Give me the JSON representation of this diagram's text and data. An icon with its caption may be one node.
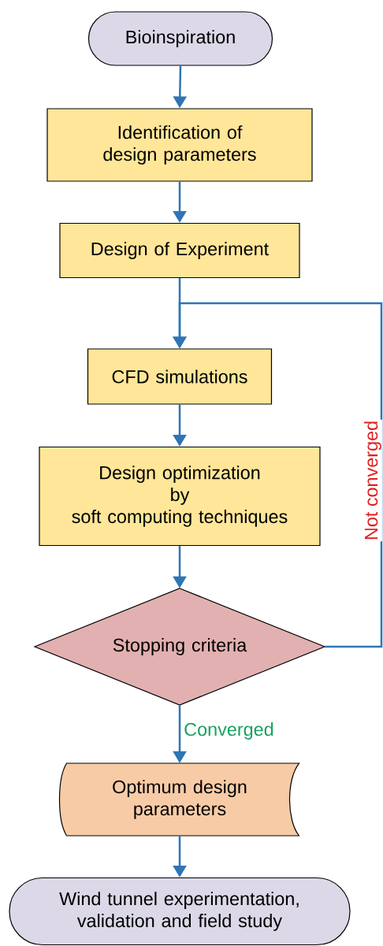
{
  "diagram": {
    "nodes": [
      {
        "text": [
          "Bioinspiration"
        ]
      },
      {
        "text": [
          "Identification of design parameters"
        ]
      },
      {
        "text": [
          "Design of Experiment"
        ]
      },
      {
        "text": [
          "CFD simulations"
        ]
      },
      {
        "text": [
          "Design optimization",
          "by",
          "soft computing techniques"
        ]
      },
      {
        "text": [
          "Stopping criteria"
        ]
      },
      {
        "text": [
          "Optimum design parameters"
        ]
      },
      {
        "text": [
          "Wind tunnel experimentation, validation and field study"
        ]
      }
    ],
    "edges": [
      {
        "from": 0,
        "to": 1,
        "arrow": "to"
      },
      {
        "from": 1,
        "to": 2,
        "arrow": "to"
      },
      {
        "from": 2,
        "to": 3,
        "arrow": "to"
      },
      {
        "from": 3,
        "to": 4,
        "arrow": "to"
      },
      {
        "from": 4,
        "to": 5,
        "arrow": "to"
      },
      {
        "from": 5,
        "to": 6,
        "arrow": "to",
        "label": "Converged"
      },
      {
        "from": 6,
        "to": 7,
        "arrow": "to"
      },
      {
        "from": 5,
        "to": 3,
        "arrow": "to",
        "label": "Not converged"
      }
    ]
  }
}
